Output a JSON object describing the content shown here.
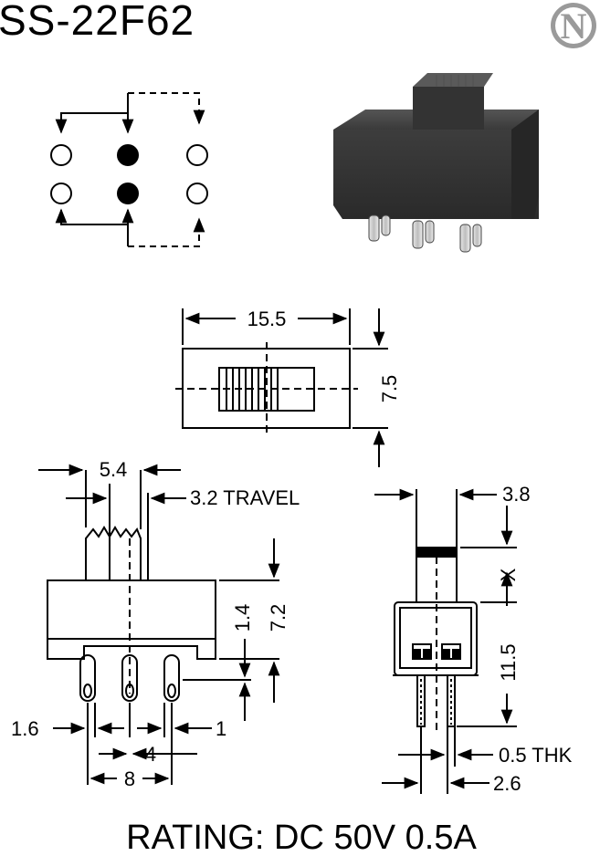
{
  "title": "SS-22F62",
  "logo_letter": "N",
  "rating": "RATING: DC 50V 0.5A",
  "dimensions": {
    "top_width": "15.5",
    "top_height": "7.5",
    "front_actuator_width": "5.4",
    "front_travel": "3.2 TRAVEL",
    "front_inner": "1.4",
    "front_height": "7.2",
    "pin_diameter": "1.6",
    "pin_width": "1",
    "pin_pitch": "4",
    "pin_span": "8",
    "side_actuator_width": "3.8",
    "side_x": "X",
    "side_pin_length": "11.5",
    "side_thickness": "0.5 THK",
    "side_spacing": "2.6"
  },
  "colors": {
    "ink": "#000000",
    "body": "#3a3a3a",
    "logo": "#9a9a9a"
  }
}
